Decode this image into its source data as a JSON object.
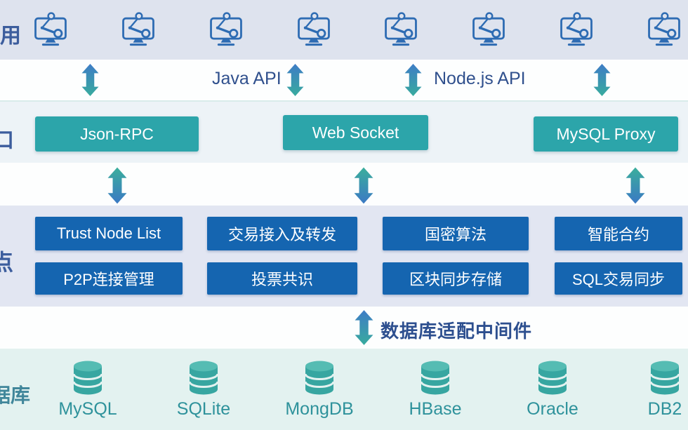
{
  "layers": {
    "application": {
      "side_label": "用",
      "monitor_count": 8
    },
    "api": {
      "labels": [
        "Java API",
        "Node.js API"
      ]
    },
    "interface": {
      "side_label": "口",
      "buttons": [
        "Json-RPC",
        "Web Socket",
        "MySQL Proxy"
      ]
    },
    "node": {
      "side_label": "点",
      "row1": [
        "Trust Node List",
        "交易接入及转发",
        "国密算法",
        "智能合约"
      ],
      "row2": [
        "P2P连接管理",
        "投票共识",
        "区块同步存储",
        "SQL交易同步"
      ]
    },
    "middleware": {
      "label": "数据库适配中间件"
    },
    "database": {
      "side_label": "据库",
      "items": [
        "MySQL",
        "SQLite",
        "MongDB",
        "HBase",
        "Oracle",
        "DB2"
      ]
    }
  },
  "icons": {
    "application": "monitor-network-icon",
    "arrow": "double-vertical-arrow-icon",
    "database": "database-cylinder-icon"
  },
  "colors": {
    "band_application": "#dee3ee",
    "band_interface": "#edf3f7",
    "band_node": "#e2e6f2",
    "band_database": "#e3f2f0",
    "teal_button": "#2ca5aa",
    "blue_button": "#1565b0",
    "navy_text": "#30508d",
    "db_text": "#2e929b",
    "monitor_stroke": "#2e6cb3",
    "arrow_blue": "#3e7cc6",
    "arrow_teal": "#38ab9e"
  }
}
